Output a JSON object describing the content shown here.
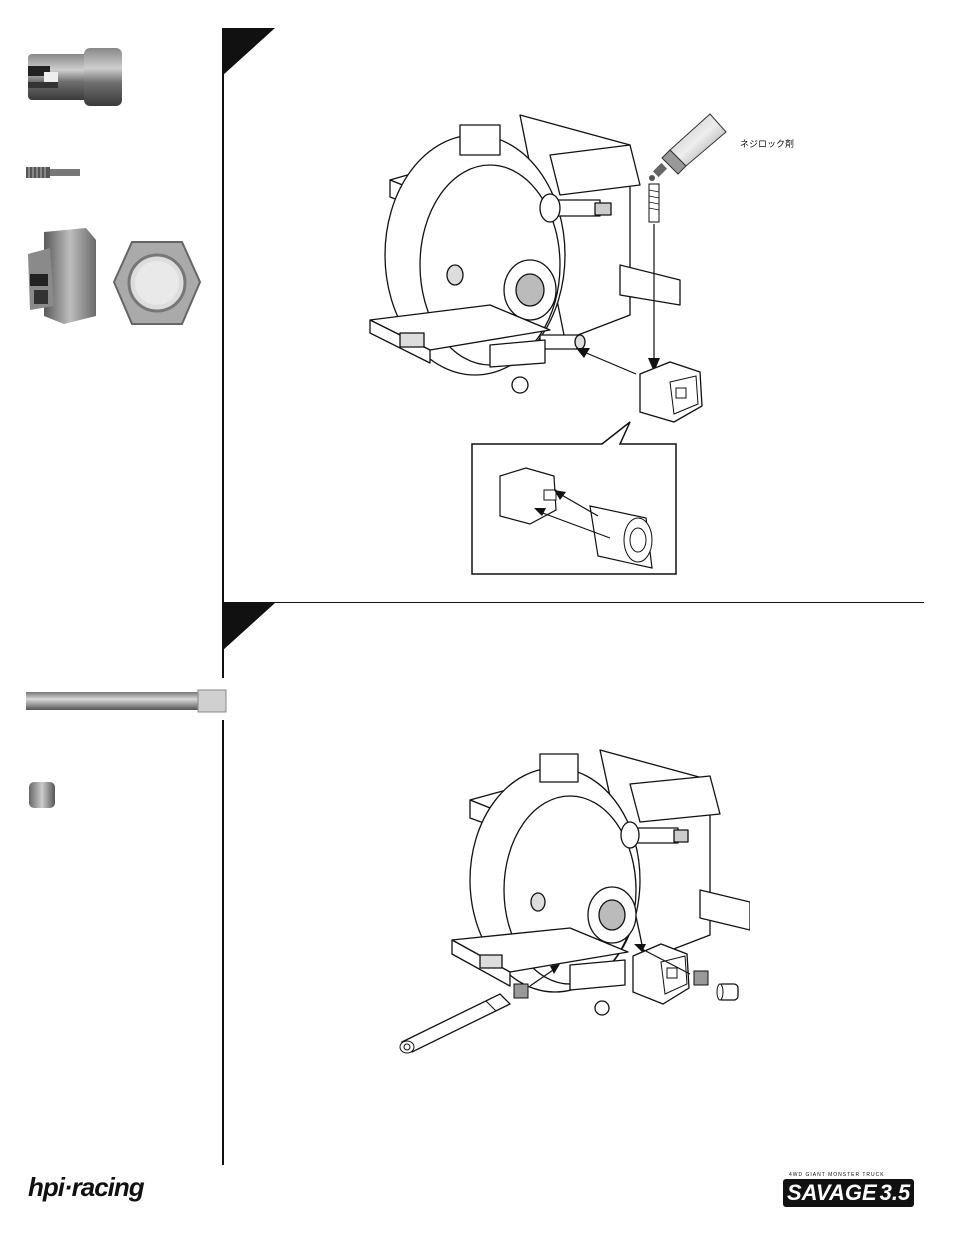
{
  "step1": {
    "callout_label": "ネジロック剤"
  },
  "footer": {
    "left_logo": "hpi·racing",
    "right_logo_tagline": "4WD GIANT MONSTER TRUCK",
    "right_logo_name": "SAVAGE",
    "right_logo_number": "3.5"
  },
  "icons": {
    "cup_joint": "cup-joint-part-icon",
    "set_screw": "set-screw-part-icon",
    "hex_hub": "hex-hub-part-icon",
    "hex_nut": "hex-ring-part-icon",
    "shaft": "shaft-part-icon",
    "bushing": "bushing-part-icon",
    "thread_lock_tube": "thread-lock-tube-icon",
    "gearbox": "gearbox-icon"
  }
}
